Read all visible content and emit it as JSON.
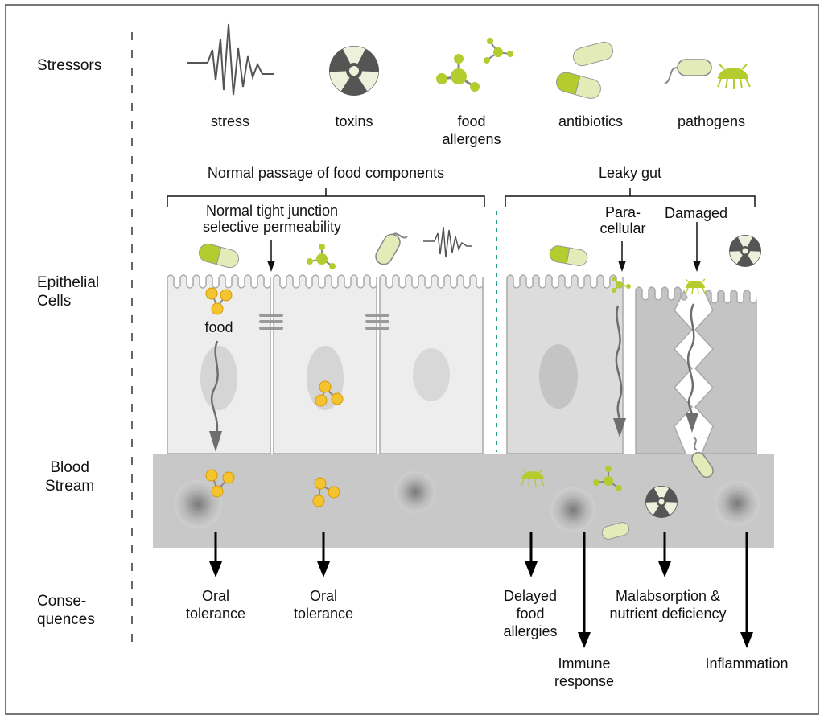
{
  "rows": {
    "stressors": "Stressors",
    "epithelial": "Epithelial\nCells",
    "blood": "Blood\nStream",
    "consequences": "Conse-\nquences"
  },
  "stressor_labels": {
    "stress": "stress",
    "toxins": "toxins",
    "food_allergens": "food\nallergens",
    "antibiotics": "antibiotics",
    "pathogens": "pathogens"
  },
  "headers": {
    "normal": "Normal passage of food components",
    "leaky": "Leaky gut",
    "tight_junction": "Normal tight junction\nselective permeability",
    "paracellular": "Para-\ncellular",
    "damaged": "Damaged",
    "food": "food"
  },
  "consequences": {
    "oral_tolerance_1": "Oral\ntolerance",
    "oral_tolerance_2": "Oral\ntolerance",
    "delayed_allergies": "Delayed\nfood\nallergies",
    "immune_response": "Immune\nresponse",
    "malabsorption": "Malabsorption &\nnutrient deficiency",
    "inflammation": "Inflammation"
  },
  "colors": {
    "border": "#777777",
    "cell_light": "#ededed",
    "cell_mid": "#dcdcdc",
    "cell_dark": "#c4c4c4",
    "blood": "#c8c8c8",
    "food_yellow": "#f4c430",
    "lime": "#b5cc2e",
    "lime_light": "#e3ecb8",
    "teal": "#2a9d8f",
    "stroke": "#555555"
  }
}
